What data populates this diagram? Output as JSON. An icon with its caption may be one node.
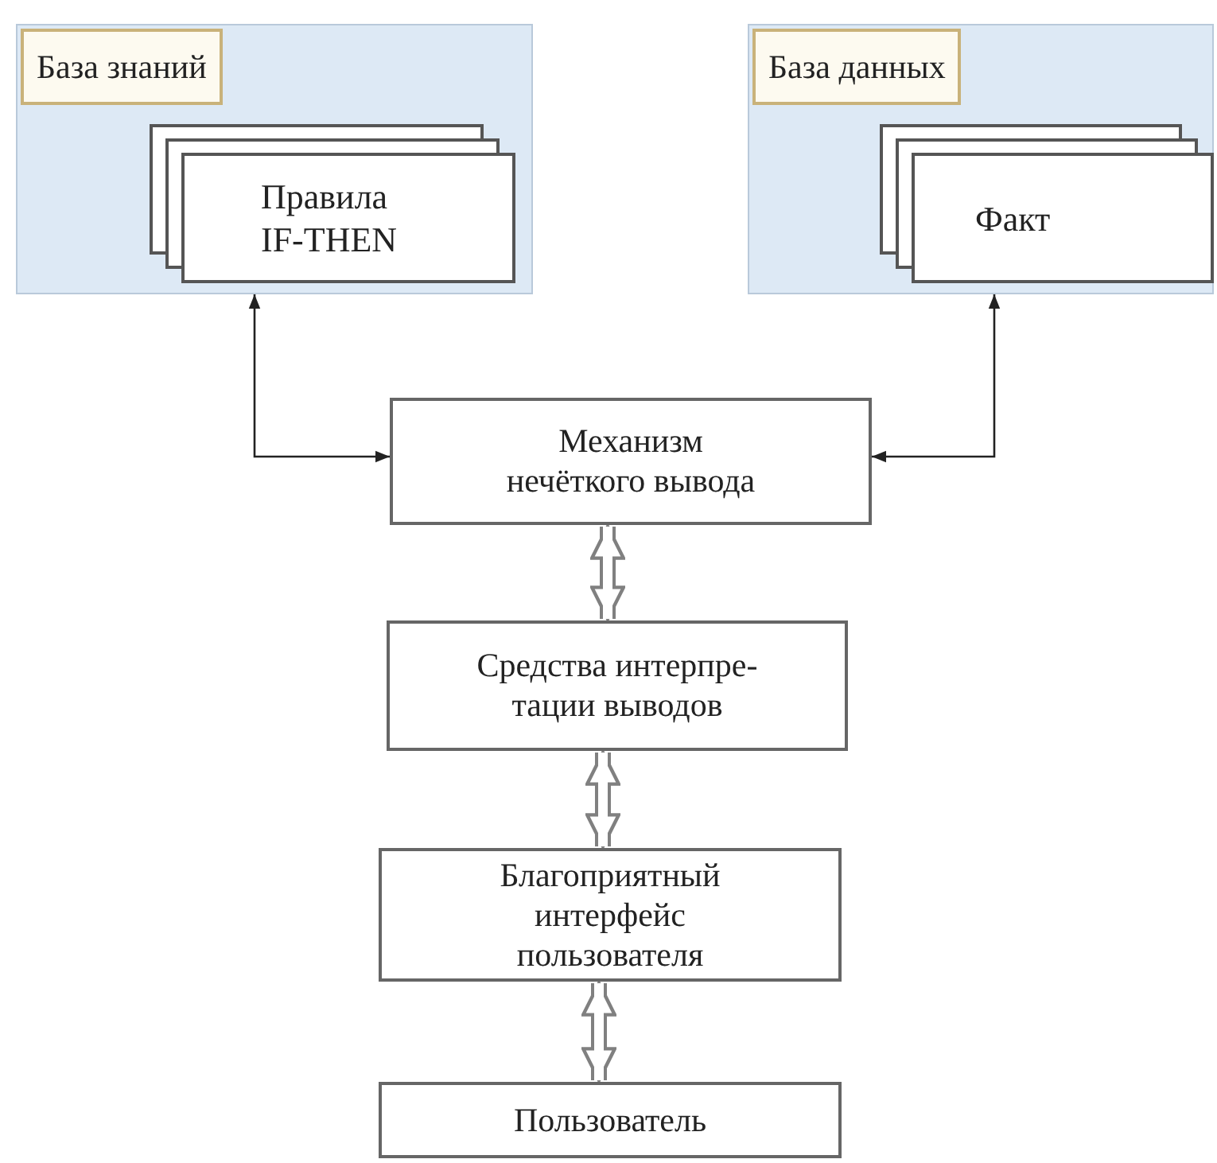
{
  "diagram": {
    "nodes": [
      {
        "text": [
          "База знаний"
        ]
      },
      {
        "text": [
          "Правила IF-THEN"
        ],
        "in": 0
      },
      {
        "text": [
          "База данных"
        ]
      },
      {
        "text": [
          "Факт"
        ],
        "in": 2
      },
      {
        "text": [
          "Механизм нечёткого вывода"
        ]
      },
      {
        "text": [
          "Средства интерпре-тации выводов"
        ]
      },
      {
        "text": [
          "Благоприятный интерфейс пользователя"
        ]
      },
      {
        "text": [
          "Пользователь"
        ]
      }
    ],
    "edges": [
      {
        "from": 4,
        "to": 0,
        "arrow": "both",
        "color": "#222222"
      },
      {
        "from": 4,
        "to": 2,
        "arrow": "both",
        "color": "#222222"
      },
      {
        "from": 4,
        "to": 5,
        "arrow": "both"
      },
      {
        "from": 5,
        "to": 6,
        "arrow": "both"
      },
      {
        "from": 6,
        "to": 7,
        "arrow": "both"
      }
    ]
  }
}
